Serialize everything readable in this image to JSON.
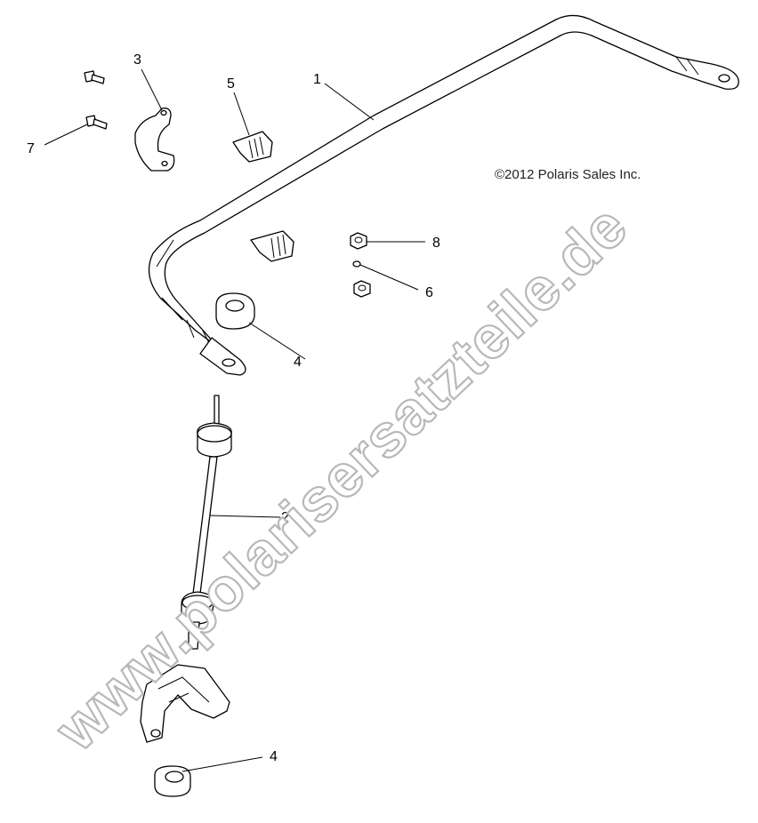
{
  "callouts": {
    "c1": "1",
    "c2": "2",
    "c3": "3",
    "c4a": "4",
    "c4b": "4",
    "c5": "5",
    "c6": "6",
    "c7": "7",
    "c8": "8"
  },
  "copyright": "©2012 Polaris Sales Inc.",
  "watermark": "www.polarisersatzteile.de"
}
